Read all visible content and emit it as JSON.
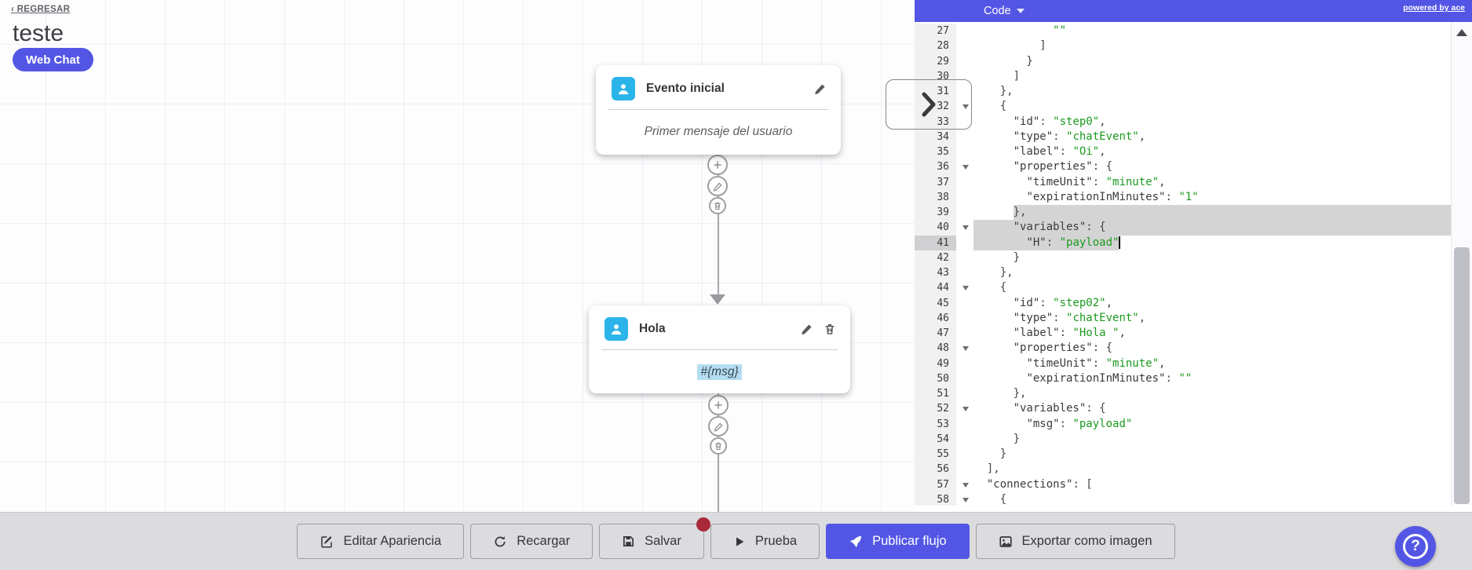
{
  "colors": {
    "accent": "#5356e4",
    "code_string_green": "#1b9a1f",
    "selection_gray": "#d4d4d4",
    "node_icon_cyan": "#2ab4ea",
    "msg_highlight_blue": "#b4ddf1",
    "unsaved_dot_red": "#a8293a"
  },
  "topbar": {
    "back": "‹ REGRESAR",
    "title": "teste",
    "badge": "Web Chat"
  },
  "canvas": {
    "nodes": [
      {
        "title": "Evento inicial",
        "body": "Primer mensaje del usuario"
      },
      {
        "title": "Hola",
        "body": "#{msg}"
      }
    ]
  },
  "code_panel": {
    "dropdown_label": "Code",
    "powered_by": "powered by ace",
    "lines": [
      {
        "n": 27,
        "segs": [
          [
            "p",
            "            "
          ],
          [
            "s",
            "\"\""
          ]
        ]
      },
      {
        "n": 28,
        "segs": [
          [
            "p",
            "          ]"
          ]
        ]
      },
      {
        "n": 29,
        "segs": [
          [
            "p",
            "        }"
          ]
        ]
      },
      {
        "n": 30,
        "segs": [
          [
            "p",
            "      ]"
          ]
        ]
      },
      {
        "n": 31,
        "segs": [
          [
            "p",
            "    },"
          ]
        ]
      },
      {
        "n": 32,
        "fold": true,
        "segs": [
          [
            "p",
            "    {"
          ]
        ]
      },
      {
        "n": 33,
        "segs": [
          [
            "p",
            "      "
          ],
          [
            "k",
            "\"id\""
          ],
          [
            "p",
            ": "
          ],
          [
            "s",
            "\"step0\""
          ],
          [
            "p",
            ","
          ]
        ]
      },
      {
        "n": 34,
        "segs": [
          [
            "p",
            "      "
          ],
          [
            "k",
            "\"type\""
          ],
          [
            "p",
            ": "
          ],
          [
            "s",
            "\"chatEvent\""
          ],
          [
            "p",
            ","
          ]
        ]
      },
      {
        "n": 35,
        "segs": [
          [
            "p",
            "      "
          ],
          [
            "k",
            "\"label\""
          ],
          [
            "p",
            ": "
          ],
          [
            "s",
            "\"Oi\""
          ],
          [
            "p",
            ","
          ]
        ]
      },
      {
        "n": 36,
        "fold": true,
        "segs": [
          [
            "p",
            "      "
          ],
          [
            "k",
            "\"properties\""
          ],
          [
            "p",
            ": {"
          ]
        ]
      },
      {
        "n": 37,
        "segs": [
          [
            "p",
            "        "
          ],
          [
            "k",
            "\"timeUnit\""
          ],
          [
            "p",
            ": "
          ],
          [
            "s",
            "\"minute\""
          ],
          [
            "p",
            ","
          ]
        ]
      },
      {
        "n": 38,
        "segs": [
          [
            "p",
            "        "
          ],
          [
            "k",
            "\"expirationInMinutes\""
          ],
          [
            "p",
            ": "
          ],
          [
            "s",
            "\"1\""
          ]
        ]
      },
      {
        "n": 39,
        "sel": "tail",
        "segs": [
          [
            "p",
            "      "
          ],
          [
            "p",
            "},"
          ]
        ]
      },
      {
        "n": 40,
        "fold": true,
        "sel": "full",
        "segs": [
          [
            "p",
            "      "
          ],
          [
            "k",
            "\"variables\""
          ],
          [
            "p",
            ": {"
          ]
        ]
      },
      {
        "n": 41,
        "sel": "text",
        "cursor": true,
        "active": true,
        "segs": [
          [
            "p",
            "        "
          ],
          [
            "k",
            "\"H\""
          ],
          [
            "p",
            ": "
          ],
          [
            "s",
            "\"payload\""
          ]
        ]
      },
      {
        "n": 42,
        "segs": [
          [
            "p",
            "      }"
          ]
        ]
      },
      {
        "n": 43,
        "segs": [
          [
            "p",
            "    },"
          ]
        ]
      },
      {
        "n": 44,
        "fold": true,
        "segs": [
          [
            "p",
            "    {"
          ]
        ]
      },
      {
        "n": 45,
        "segs": [
          [
            "p",
            "      "
          ],
          [
            "k",
            "\"id\""
          ],
          [
            "p",
            ": "
          ],
          [
            "s",
            "\"step02\""
          ],
          [
            "p",
            ","
          ]
        ]
      },
      {
        "n": 46,
        "segs": [
          [
            "p",
            "      "
          ],
          [
            "k",
            "\"type\""
          ],
          [
            "p",
            ": "
          ],
          [
            "s",
            "\"chatEvent\""
          ],
          [
            "p",
            ","
          ]
        ]
      },
      {
        "n": 47,
        "segs": [
          [
            "p",
            "      "
          ],
          [
            "k",
            "\"label\""
          ],
          [
            "p",
            ": "
          ],
          [
            "s",
            "\"Hola \""
          ],
          [
            "p",
            ","
          ]
        ]
      },
      {
        "n": 48,
        "fold": true,
        "segs": [
          [
            "p",
            "      "
          ],
          [
            "k",
            "\"properties\""
          ],
          [
            "p",
            ": {"
          ]
        ]
      },
      {
        "n": 49,
        "segs": [
          [
            "p",
            "        "
          ],
          [
            "k",
            "\"timeUnit\""
          ],
          [
            "p",
            ": "
          ],
          [
            "s",
            "\"minute\""
          ],
          [
            "p",
            ","
          ]
        ]
      },
      {
        "n": 50,
        "segs": [
          [
            "p",
            "        "
          ],
          [
            "k",
            "\"expirationInMinutes\""
          ],
          [
            "p",
            ": "
          ],
          [
            "s",
            "\"\""
          ]
        ]
      },
      {
        "n": 51,
        "segs": [
          [
            "p",
            "      },"
          ]
        ]
      },
      {
        "n": 52,
        "fold": true,
        "segs": [
          [
            "p",
            "      "
          ],
          [
            "k",
            "\"variables\""
          ],
          [
            "p",
            ": {"
          ]
        ]
      },
      {
        "n": 53,
        "segs": [
          [
            "p",
            "        "
          ],
          [
            "k",
            "\"msg\""
          ],
          [
            "p",
            ": "
          ],
          [
            "s",
            "\"payload\""
          ]
        ]
      },
      {
        "n": 54,
        "segs": [
          [
            "p",
            "      }"
          ]
        ]
      },
      {
        "n": 55,
        "segs": [
          [
            "p",
            "    }"
          ]
        ]
      },
      {
        "n": 56,
        "segs": [
          [
            "p",
            "  ],"
          ]
        ]
      },
      {
        "n": 57,
        "fold": true,
        "segs": [
          [
            "p",
            "  "
          ],
          [
            "k",
            "\"connections\""
          ],
          [
            "p",
            ": ["
          ]
        ]
      },
      {
        "n": 58,
        "fold": true,
        "segs": [
          [
            "p",
            "    {"
          ]
        ]
      }
    ]
  },
  "toolbar": {
    "buttons": [
      {
        "name": "edit-appearance-button",
        "icon": "edit",
        "label": "Editar Apariencia"
      },
      {
        "name": "reload-button",
        "icon": "refresh",
        "label": "Recargar"
      },
      {
        "name": "save-button",
        "icon": "save",
        "label": "Salvar",
        "badge": true
      },
      {
        "name": "test-button",
        "icon": "play",
        "label": "Prueba"
      },
      {
        "name": "publish-flow-button",
        "icon": "rocket",
        "label": "Publicar flujo",
        "primary": true
      },
      {
        "name": "export-image-button",
        "icon": "image",
        "label": "Exportar como imagen"
      }
    ]
  },
  "help": {
    "label": "?"
  }
}
